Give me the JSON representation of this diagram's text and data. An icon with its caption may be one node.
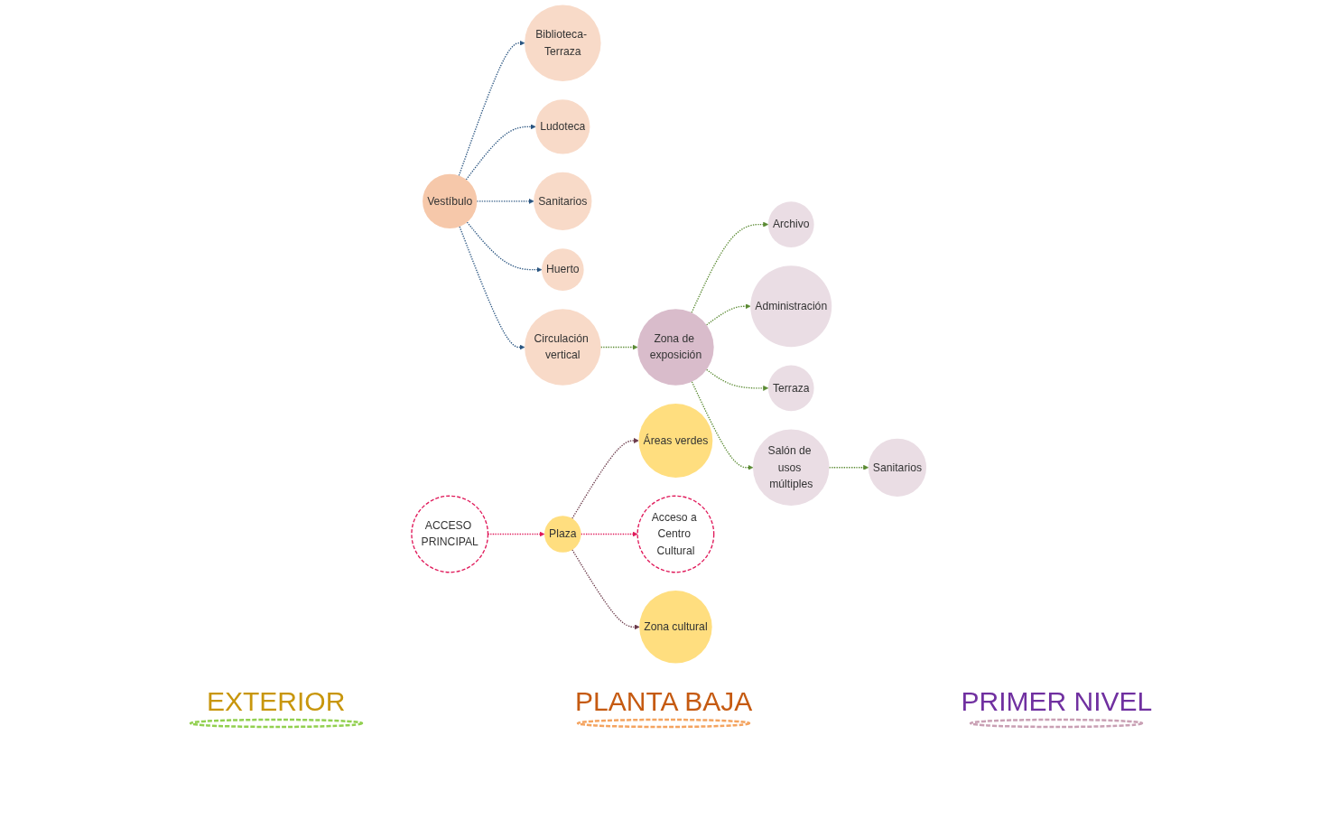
{
  "diagram": {
    "nodes": [
      {
        "text": [
          "Áreas verdes"
        ]
      },
      {
        "text": [
          "ACCESO PRINCIPAL"
        ]
      },
      {
        "text": [
          "Plaza"
        ]
      },
      {
        "text": [
          "Acceso a Centro Cultural"
        ]
      },
      {
        "text": [
          "Zona cultural"
        ]
      },
      {
        "text": [
          "Biblioteca- Terraza"
        ]
      },
      {
        "text": [
          "Ludoteca"
        ]
      },
      {
        "text": [
          "Vestíbulo"
        ]
      },
      {
        "text": [
          "Sanitarios"
        ]
      },
      {
        "text": [
          "Huerto"
        ]
      },
      {
        "text": [
          "Circulación vertical"
        ]
      },
      {
        "text": [
          "Archivo"
        ]
      },
      {
        "text": [
          "Administración"
        ]
      },
      {
        "text": [
          "Terraza"
        ]
      },
      {
        "text": [
          "Zona de exposición"
        ]
      },
      {
        "text": [
          "Salón de usos múltiples"
        ]
      },
      {
        "text": [
          "Sanitarios"
        ]
      }
    ],
    "edges": [
      {
        "from": 2,
        "to": 0,
        "arrow": "to",
        "style": "dashed",
        "color": "#6b3a4a"
      },
      {
        "from": 1,
        "to": 2,
        "arrow": "to",
        "style": "dashed",
        "color": "#e0195a"
      },
      {
        "from": 2,
        "to": 3,
        "arrow": "to",
        "style": "dashed",
        "color": "#e0195a"
      },
      {
        "from": 2,
        "to": 4,
        "arrow": "to",
        "style": "dashed",
        "color": "#6b3a4a"
      },
      {
        "from": 7,
        "to": 5,
        "arrow": "to",
        "style": "dashed",
        "color": "#2a5580"
      },
      {
        "from": 7,
        "to": 6,
        "arrow": "to",
        "style": "dashed",
        "color": "#2a5580"
      },
      {
        "from": 7,
        "to": 8,
        "arrow": "to",
        "style": "dashed",
        "color": "#2a5580"
      },
      {
        "from": 7,
        "to": 9,
        "arrow": "to",
        "style": "dashed",
        "color": "#2a5580"
      },
      {
        "from": 7,
        "to": 10,
        "arrow": "to",
        "style": "dashed",
        "color": "#2a5580"
      },
      {
        "from": 10,
        "to": 14,
        "arrow": "to",
        "style": "dashed"
      },
      {
        "from": 14,
        "to": 12,
        "arrow": "to",
        "style": "dashed"
      },
      {
        "from": 14,
        "to": 11,
        "arrow": "to",
        "style": "dashed"
      },
      {
        "from": 14,
        "to": 13,
        "arrow": "to",
        "style": "dashed"
      },
      {
        "from": 14,
        "to": 15,
        "arrow": "to",
        "style": "dashed"
      },
      {
        "from": 15,
        "to": 16,
        "arrow": "to",
        "style": "dashed"
      }
    ],
    "labels": [
      "EXTERIOR",
      "PLANTA BAJA",
      "PRIMER NIVEL"
    ]
  }
}
